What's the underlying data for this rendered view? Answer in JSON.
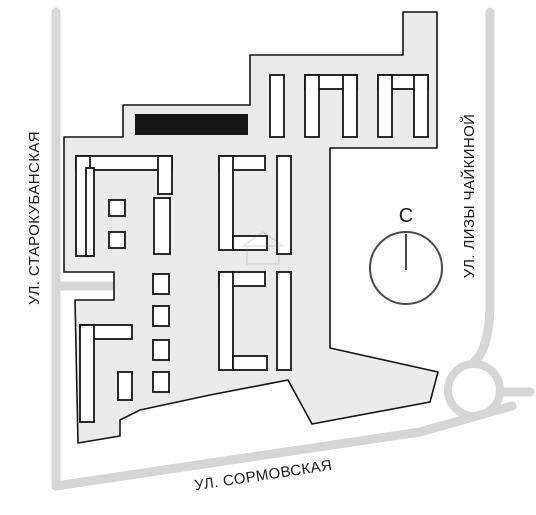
{
  "streets": {
    "west": "УЛ. СТАРОКУБАНСКАЯ",
    "south": "УЛ. СОРМОВСКАЯ",
    "east": "УЛ. ЛИЗЫ ЧАЙКИНОЙ"
  },
  "compass": {
    "letter": "С"
  },
  "colors": {
    "site_fill": "#ebebeb",
    "road": "#d6d6d6",
    "outline": "#141414"
  }
}
